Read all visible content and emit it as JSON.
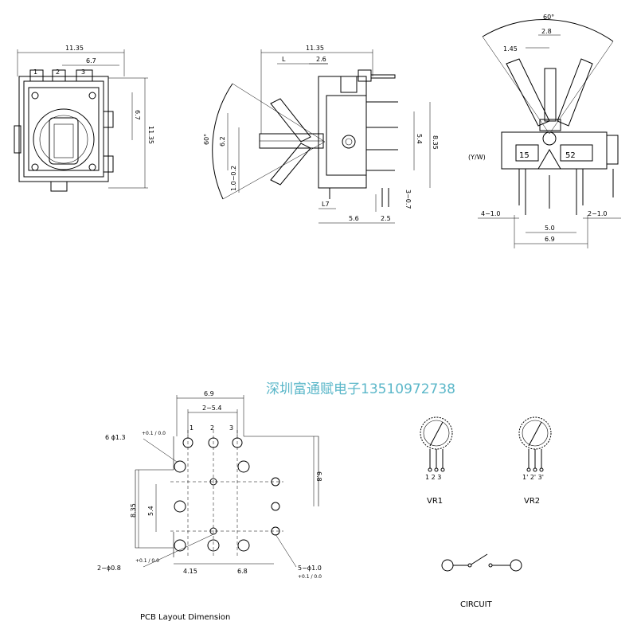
{
  "watermark": "深圳富通赋电子13510972738",
  "front_view": {
    "dim_width": "11.35",
    "dim_offset": "6.7",
    "dim_height": "11.35",
    "dim_height_inner": "6.7",
    "pin_labels": [
      "1",
      "2",
      "3"
    ]
  },
  "side_view": {
    "dim_width": "11.35",
    "dim_L": "L",
    "dim_26": "2.6",
    "dim_angle": "60°",
    "dim_62": "6.2",
    "dim_54": "5.4",
    "dim_835": "8.35",
    "dim_tol": "1.0−0.2",
    "dim_L7": "L7",
    "dim_56": "5.6",
    "dim_25": "2.5",
    "dim_307": "3−0.7"
  },
  "end_view": {
    "dim_angle": "60°",
    "dim_28": "2.8",
    "dim_145": "1.45",
    "label_yw": "(Y/W)",
    "label_15": "15",
    "label_52": "52",
    "dim_left_pins": "4−1.0",
    "dim_right_pins": "2−1.0",
    "dim_50": "5.0",
    "dim_69": "6.9"
  },
  "pcb_layout": {
    "dim_69": "6.9",
    "dim_254": "2−5.4",
    "pin_1": "1",
    "pin_2": "2",
    "pin_3": "3",
    "hole_large": "6 ϕ1.3",
    "hole_large_tol": "+0.1 / 0.0",
    "dim_68_right": "6.8",
    "dim_835": "8.35",
    "dim_54": "5.4",
    "hole_small": "2−ϕ0.8",
    "hole_small_tol": "+0.1 / 0.0",
    "dim_415": "4.15",
    "dim_68_bottom": "6.8",
    "hole_mid": "5−ϕ1.0",
    "hole_mid_tol": "+0.1 / 0.0",
    "title": "PCB Layout Dimension"
  },
  "circuit": {
    "vr1_pins": "1 2 3",
    "vr1_label": "VR1",
    "vr2_pins": "1' 2' 3'",
    "vr2_label": "VR2",
    "switch_label": "CIRCUIT"
  }
}
